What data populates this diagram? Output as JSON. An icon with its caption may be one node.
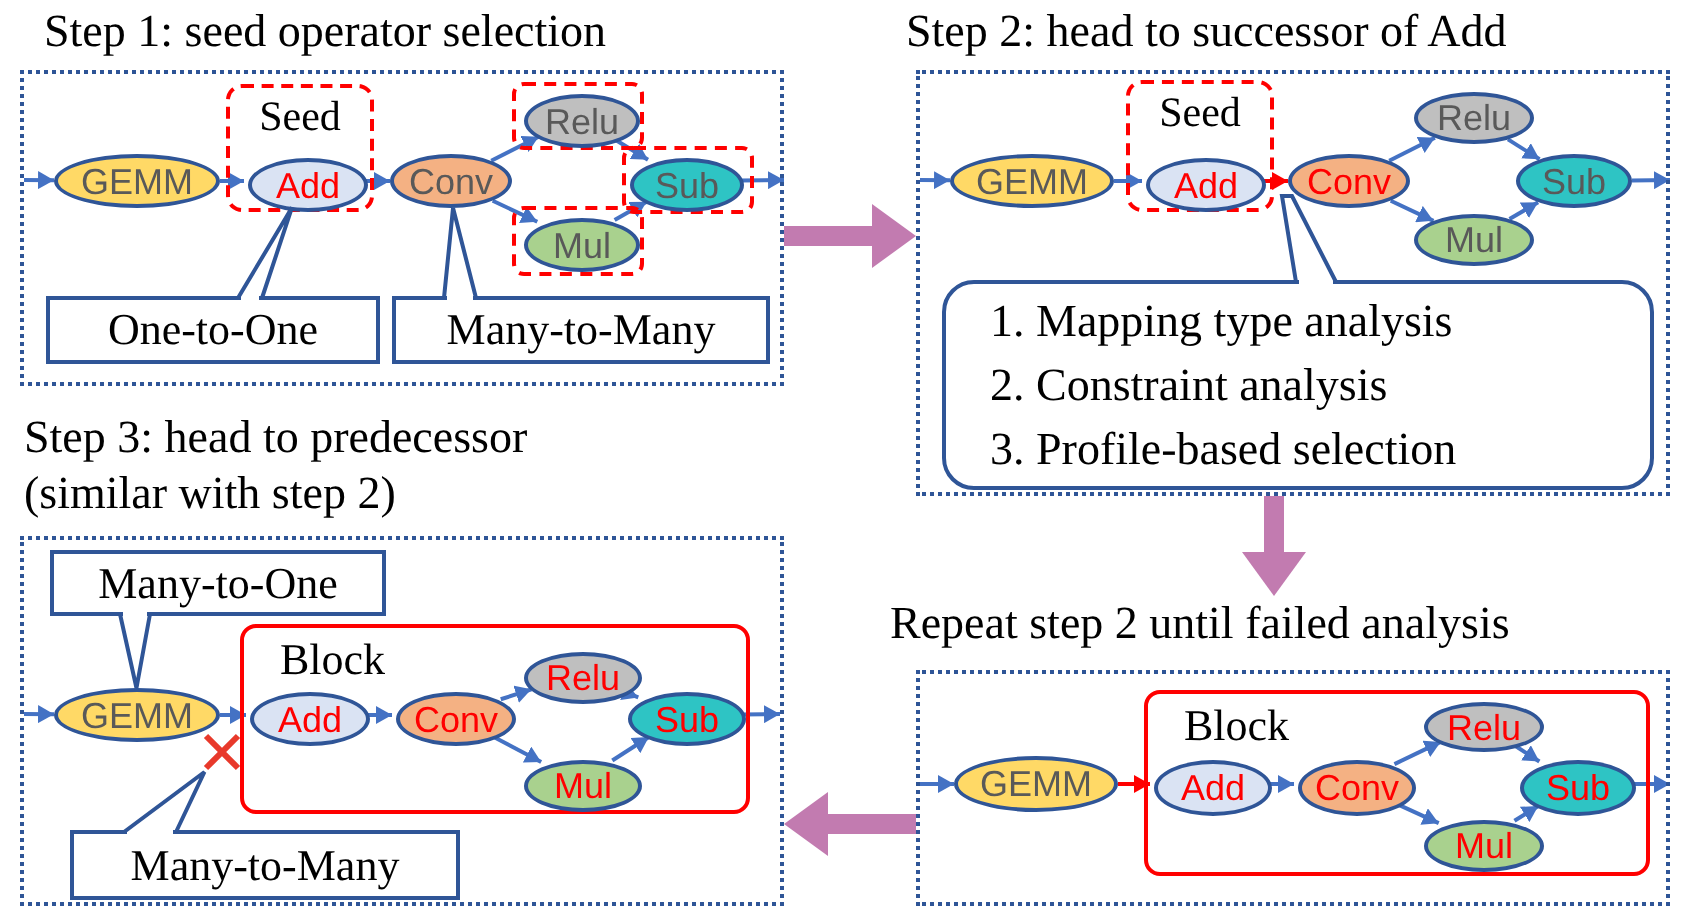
{
  "diagram": {
    "nodes": [
      {
        "text": [
          "Step 1: seed operator selection"
        ]
      },
      {
        "text": [
          "GEMM"
        ],
        "in": 0
      },
      {
        "text": [
          "Seed"
        ],
        "in": 0
      },
      {
        "text": [
          "Add"
        ],
        "in": 2
      },
      {
        "text": [
          "Conv"
        ],
        "in": 0
      },
      {
        "text": [],
        "shape": "box",
        "in": 0
      },
      {
        "text": [
          "Relu"
        ],
        "in": 5
      },
      {
        "text": [],
        "shape": "box",
        "in": 0
      },
      {
        "text": [
          "Sub"
        ],
        "in": 7
      },
      {
        "text": [],
        "shape": "box",
        "in": 0
      },
      {
        "text": [
          "Mul"
        ],
        "in": 9
      },
      {
        "text": [
          "One-to-One"
        ],
        "in": 0
      },
      {
        "text": [
          "Many-to-Many"
        ],
        "in": 0
      },
      {
        "text": [
          "Step 2: head to successor of Add"
        ]
      },
      {
        "text": [
          "GEMM"
        ],
        "in": 13
      },
      {
        "text": [
          "Seed"
        ],
        "in": 13
      },
      {
        "text": [
          "Add"
        ],
        "in": 15
      },
      {
        "text": [
          "Conv"
        ],
        "in": 13
      },
      {
        "text": [
          "Relu"
        ],
        "in": 13
      },
      {
        "text": [
          "Sub"
        ],
        "in": 13
      },
      {
        "text": [
          "Mul"
        ],
        "in": 13
      },
      {
        "text": [
          "1. Mapping type analysis",
          "2. Constraint analysis",
          "3. Profile-based selection"
        ],
        "in": 13
      },
      {
        "text": [
          "Step 3: head to predecessor (similar with step 2)"
        ]
      },
      {
        "text": [
          "Many-to-One"
        ],
        "in": 22
      },
      {
        "text": [
          "GEMM"
        ],
        "in": 22
      },
      {
        "text": [
          "Block"
        ],
        "in": 22
      },
      {
        "text": [
          "Add"
        ],
        "in": 25
      },
      {
        "text": [
          "Conv"
        ],
        "in": 25
      },
      {
        "text": [
          "Relu"
        ],
        "in": 25
      },
      {
        "text": [
          "Sub"
        ],
        "in": 25
      },
      {
        "text": [
          "Mul"
        ],
        "in": 25
      },
      {
        "text": [
          "Many-to-Many"
        ],
        "in": 22
      },
      {
        "text": [
          "Repeat step 2 until failed analysis"
        ]
      },
      {
        "text": [
          "GEMM"
        ],
        "in": 32
      },
      {
        "text": [
          "Block"
        ],
        "in": 32
      },
      {
        "text": [
          "Add"
        ],
        "in": 34
      },
      {
        "text": [
          "Conv"
        ],
        "in": 34
      },
      {
        "text": [
          "Relu"
        ],
        "in": 34
      },
      {
        "text": [
          "Sub"
        ],
        "in": 34
      },
      {
        "text": [
          "Mul"
        ],
        "in": 34
      },
      {
        "text": [],
        "shape": "cross",
        "in": 22
      }
    ],
    "edges": [
      {
        "from": null,
        "to": 1,
        "arrow": "to"
      },
      {
        "from": 1,
        "to": 3,
        "arrow": "to"
      },
      {
        "from": 3,
        "to": 4,
        "arrow": "to"
      },
      {
        "from": 4,
        "to": 6,
        "arrow": "to"
      },
      {
        "from": 4,
        "to": 10,
        "arrow": "to"
      },
      {
        "from": 6,
        "to": 8,
        "arrow": "to"
      },
      {
        "from": 10,
        "to": 8,
        "arrow": "to"
      },
      {
        "from": 8,
        "to": null,
        "arrow": "to"
      },
      {
        "from": 11,
        "to": 3,
        "arrow": "none"
      },
      {
        "from": 12,
        "to": 4,
        "arrow": "none"
      },
      {
        "from": null,
        "to": 14,
        "arrow": "to"
      },
      {
        "from": 14,
        "to": 16,
        "arrow": "to"
      },
      {
        "from": 16,
        "to": 17,
        "arrow": "to",
        "color": "#ff0000"
      },
      {
        "from": 17,
        "to": 18,
        "arrow": "to"
      },
      {
        "from": 17,
        "to": 20,
        "arrow": "to"
      },
      {
        "from": 18,
        "to": 19,
        "arrow": "to"
      },
      {
        "from": 20,
        "to": 19,
        "arrow": "to"
      },
      {
        "from": 19,
        "to": null,
        "arrow": "to"
      },
      {
        "from": 21,
        "to": null,
        "arrow": "none"
      },
      {
        "from": null,
        "to": 24,
        "arrow": "to"
      },
      {
        "from": 24,
        "to": 26,
        "arrow": "to"
      },
      {
        "from": 26,
        "to": 27,
        "arrow": "to"
      },
      {
        "from": 27,
        "to": 28,
        "arrow": "to"
      },
      {
        "from": 27,
        "to": 30,
        "arrow": "to"
      },
      {
        "from": 28,
        "to": 29,
        "arrow": "to"
      },
      {
        "from": 30,
        "to": 29,
        "arrow": "to"
      },
      {
        "from": 29,
        "to": null,
        "arrow": "to"
      },
      {
        "from": 23,
        "to": 24,
        "arrow": "none"
      },
      {
        "from": 31,
        "to": 40,
        "arrow": "none"
      },
      {
        "from": null,
        "to": 33,
        "arrow": "to"
      },
      {
        "from": 33,
        "to": 35,
        "arrow": "to",
        "color": "#ff0000"
      },
      {
        "from": 35,
        "to": 36,
        "arrow": "to"
      },
      {
        "from": 36,
        "to": 37,
        "arrow": "to"
      },
      {
        "from": 36,
        "to": 39,
        "arrow": "to"
      },
      {
        "from": 37,
        "to": 38,
        "arrow": "to"
      },
      {
        "from": 39,
        "to": 38,
        "arrow": "to"
      },
      {
        "from": 38,
        "to": null,
        "arrow": "to"
      },
      {
        "from": 0,
        "to": 13,
        "arrow": "to",
        "style": "thick",
        "color": "#c27bb0"
      },
      {
        "from": 13,
        "to": 32,
        "arrow": "to",
        "style": "thick",
        "color": "#c27bb0"
      },
      {
        "from": 32,
        "to": 22,
        "arrow": "to",
        "style": "thick",
        "color": "#c27bb0"
      }
    ]
  }
}
